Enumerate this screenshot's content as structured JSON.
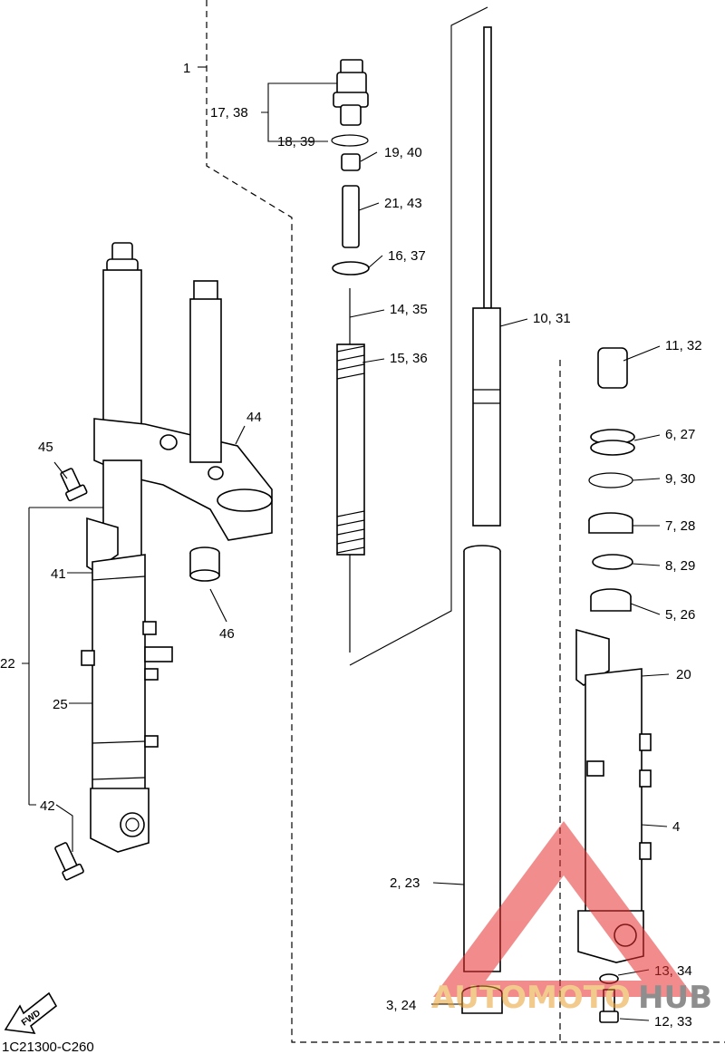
{
  "diagram_code": "1C21300-C260",
  "fwd_label": "FWD",
  "watermark": {
    "part1": "AUTOMOTO",
    "part2": "HUB",
    "accent": "#e8302f",
    "dark": "#333333"
  },
  "callouts": {
    "c1": "1",
    "c17_38": "17, 38",
    "c18_39": "18, 39",
    "c19_40": "19, 40",
    "c21_43": "21, 43",
    "c16_37": "16, 37",
    "c14_35": "14, 35",
    "c15_36": "15, 36",
    "c10_31": "10, 31",
    "c11_32": "11, 32",
    "c6_27": "6, 27",
    "c9_30": "9, 30",
    "c7_28": "7, 28",
    "c8_29": "8, 29",
    "c5_26": "5, 26",
    "c20": "20",
    "c4": "4",
    "c2_23": "2, 23",
    "c3_24": "3, 24",
    "c13_34": "13, 34",
    "c12_33": "12, 33",
    "c44": "44",
    "c45": "45",
    "c46": "46",
    "c41": "41",
    "c22": "22",
    "c25": "25",
    "c42": "42"
  }
}
